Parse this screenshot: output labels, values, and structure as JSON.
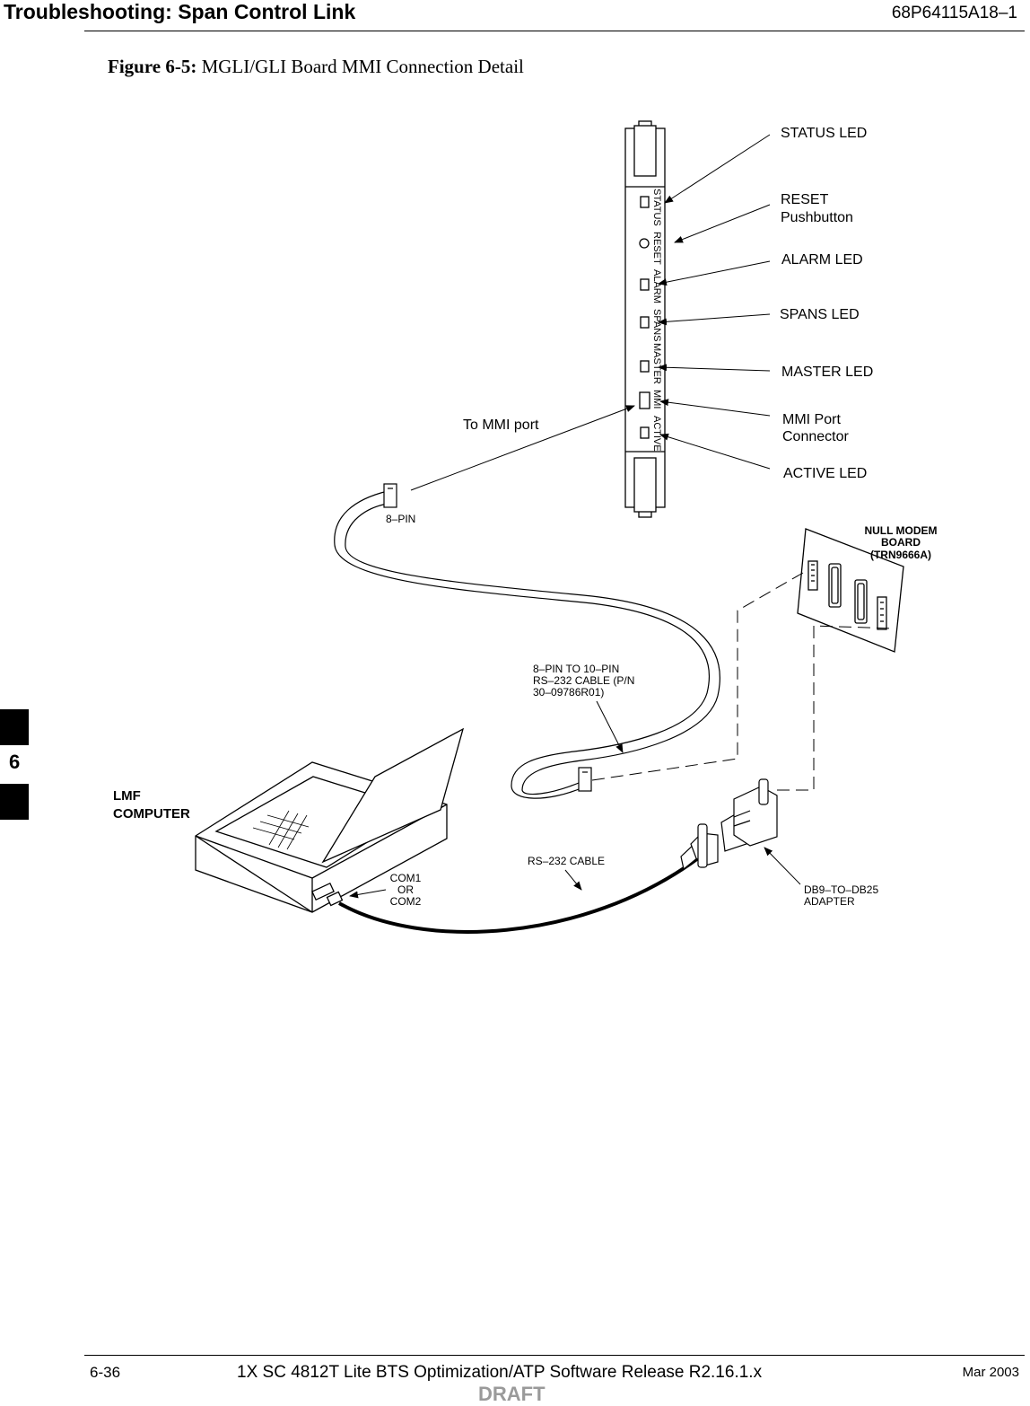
{
  "header": {
    "title": "Troubleshooting: Span Control Link",
    "doc_code": "68P64115A18–1"
  },
  "figure": {
    "label": "Figure 6-5:",
    "title": "MGLI/GLI Board MMI Connection Detail"
  },
  "panel_labels": [
    "STATUS",
    "RESET",
    "ALARM",
    "SPANS",
    "MASTER",
    "MMI",
    "ACTIVE"
  ],
  "callouts": {
    "status_led": "STATUS LED",
    "reset_1": "RESET",
    "reset_2": "Pushbutton",
    "alarm_led": "ALARM LED",
    "spans_led": "SPANS LED",
    "master_led": "MASTER LED",
    "mmi_1": "MMI Port",
    "mmi_2": "Connector",
    "active_led": "ACTIVE LED",
    "to_mmi_port": "To MMI port",
    "eight_pin": "8–PIN",
    "null_modem_1": "NULL MODEM",
    "null_modem_2": "BOARD",
    "null_modem_3": "(TRN9666A)",
    "cable_1": "8–PIN TO 10–PIN",
    "cable_2": "RS–232 CABLE (P/N",
    "cable_3": "30–09786R01)",
    "lmf_1": "LMF",
    "lmf_2": "COMPUTER",
    "com_1": "COM1",
    "com_2": "OR",
    "com_3": "COM2",
    "rs232_cable": "RS–232 CABLE",
    "adapter_1": "DB9–TO–DB25",
    "adapter_2": "ADAPTER"
  },
  "side_tab": {
    "chapter": "6"
  },
  "footer": {
    "page": "6-36",
    "title": "1X SC 4812T Lite BTS Optimization/ATP Software Release R2.16.1.x",
    "date": "Mar 2003",
    "status": "DRAFT"
  }
}
